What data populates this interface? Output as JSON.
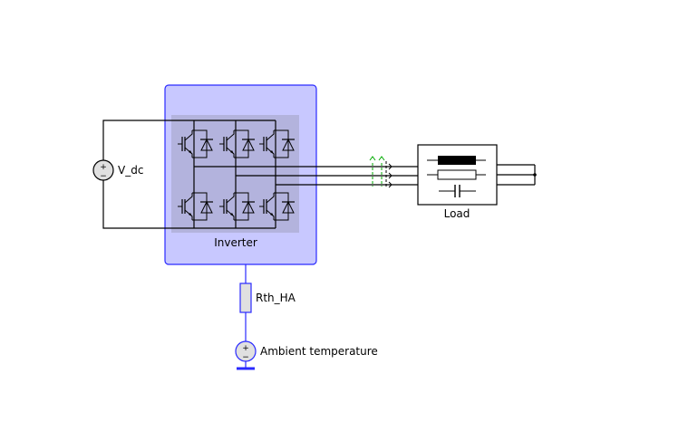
{
  "diagram": {
    "labels": {
      "vdc": "V_dc",
      "inverter": "Inverter",
      "load": "Load",
      "rth": "Rth_HA",
      "ambient": "Ambient temperature"
    },
    "colors": {
      "wire": "#000000",
      "thermal_wire": "#2a2aff",
      "inverter_fill": "#c8c8ff",
      "inverter_border": "#2a2aff",
      "switch_area_fill": "#b3b3dd",
      "source_fill": "#e0e0e0",
      "probe_current": "#00aa00",
      "probe_voltage": "#000000"
    },
    "icons": {
      "dc_source": "dc-voltage-source-icon",
      "switch": "igbt-diode-icon",
      "resistor": "resistor-icon",
      "temperature_source": "temperature-source-icon",
      "ground": "thermal-ground-icon",
      "probe": "probe-arrow-icon"
    }
  }
}
